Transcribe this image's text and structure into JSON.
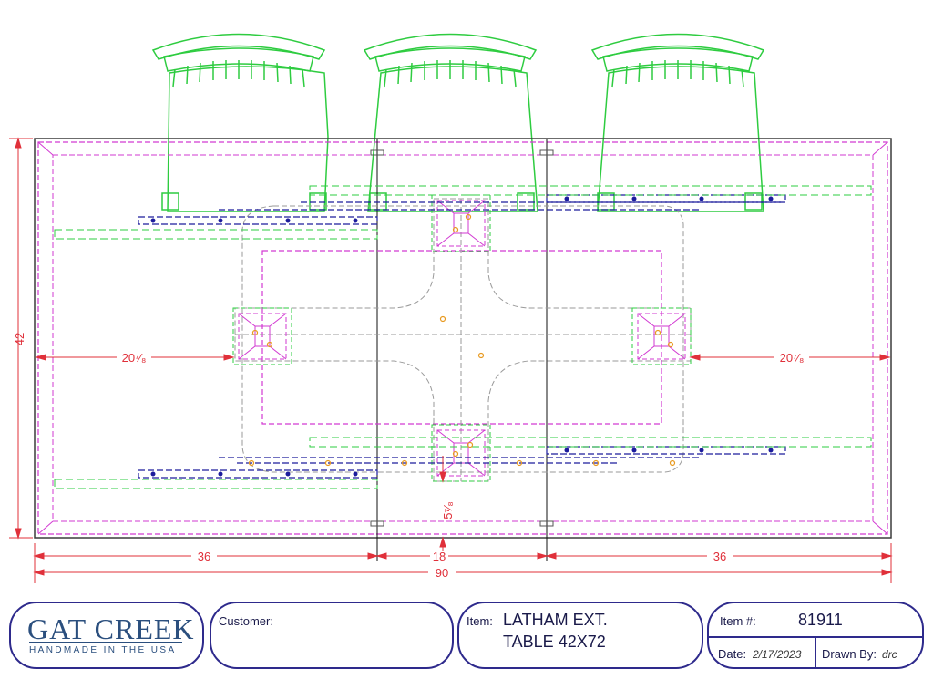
{
  "dimensions": {
    "width_total": "42",
    "left_overhang": "20⁷⁄₈",
    "right_overhang": "20⁷⁄₈",
    "apron_offset": "5⁷⁄₈",
    "seg_left": "36",
    "seg_mid": "18",
    "seg_right": "36",
    "overall": "90"
  },
  "title_block": {
    "logo_name": "GAT CREEK",
    "logo_tagline": "HANDMADE IN THE USA",
    "customer_label": "Customer:",
    "customer_value": "",
    "item_label": "Item:",
    "item_line1": "LATHAM EXT.",
    "item_line2": "TABLE 42X72",
    "item_no_label": "Item #:",
    "item_no_value": "81911",
    "date_label": "Date:",
    "date_value": "2/17/2023",
    "drawn_by_label": "Drawn By:",
    "drawn_by_value": "drc"
  },
  "colors": {
    "outline": "#3c3c3c",
    "magenta": "#d23ad2",
    "green": "#2ecc40",
    "navy": "#1c1c9c",
    "dimension": "#e0303a",
    "title_border": "#2e2a8c",
    "logo": "#2b4f7e"
  }
}
